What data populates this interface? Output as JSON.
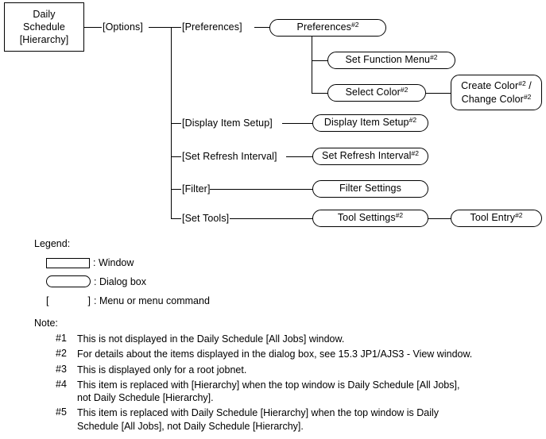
{
  "diagram": {
    "root_window": {
      "label": "Daily\nSchedule\n[Hierarchy]",
      "line1": "Daily",
      "line2": "Schedule",
      "line3": "[Hierarchy]",
      "shape": "window"
    },
    "menus": {
      "options": "[Options]",
      "preferences": "[Preferences]",
      "display_item_setup": "[Display Item Setup]",
      "set_refresh_interval": "[Set Refresh Interval]",
      "filter": "[Filter]",
      "set_tools": "[Set Tools]"
    },
    "dialogs": {
      "preferences": {
        "text": "Preferences",
        "note": "#2",
        "shape": "dialog"
      },
      "set_function_menu": {
        "text": "Set Function Menu",
        "note": "#2",
        "shape": "dialog"
      },
      "select_color": {
        "text": "Select Color",
        "note": "#2",
        "shape": "dialog"
      },
      "create_change_color": {
        "line1_text": "Create Color",
        "line1_note": "#2",
        "line1_suffix": " /",
        "line2_text": "Change Color",
        "line2_note": "#2",
        "shape": "dialog"
      },
      "display_item_setup": {
        "text": "Display Item Setup",
        "note": "#2",
        "shape": "dialog"
      },
      "set_refresh_interval": {
        "text": "Set Refresh Interval",
        "note": "#2",
        "shape": "dialog"
      },
      "filter_settings": {
        "text": "Filter Settings",
        "note": "",
        "shape": "dialog"
      },
      "tool_settings": {
        "text": "Tool Settings",
        "note": "#2",
        "shape": "dialog"
      },
      "tool_entry": {
        "text": "Tool Entry",
        "note": "#2",
        "shape": "dialog"
      }
    }
  },
  "legend": {
    "title": "Legend:",
    "rows": [
      {
        "symbol": "window-rectangle",
        "text": ": Window"
      },
      {
        "symbol": "dialog-rounded-rectangle",
        "text": ": Dialog box"
      },
      {
        "symbol": "square-brackets",
        "bracket_open": "[",
        "bracket_close": "]",
        "text": ": Menu or menu command"
      }
    ]
  },
  "notes": {
    "title": "Note:",
    "items": [
      {
        "marker": "#1",
        "text": "This is not displayed in the Daily Schedule [All Jobs] window."
      },
      {
        "marker": "#2",
        "text": "For details about the items displayed in the dialog box, see 15.3 JP1/AJS3 - View window."
      },
      {
        "marker": "#3",
        "text": "This is displayed only for a root jobnet."
      },
      {
        "marker": "#4",
        "text": "This item is replaced with [Hierarchy] when the top window is Daily Schedule [All Jobs],\nnot Daily Schedule [Hierarchy]."
      },
      {
        "marker": "#5",
        "text": "This item is replaced with Daily Schedule [Hierarchy] when the top window is Daily\nSchedule [All Jobs], not Daily Schedule [Hierarchy]."
      }
    ]
  },
  "colors": {
    "ink": "#000000",
    "paper": "#ffffff"
  }
}
